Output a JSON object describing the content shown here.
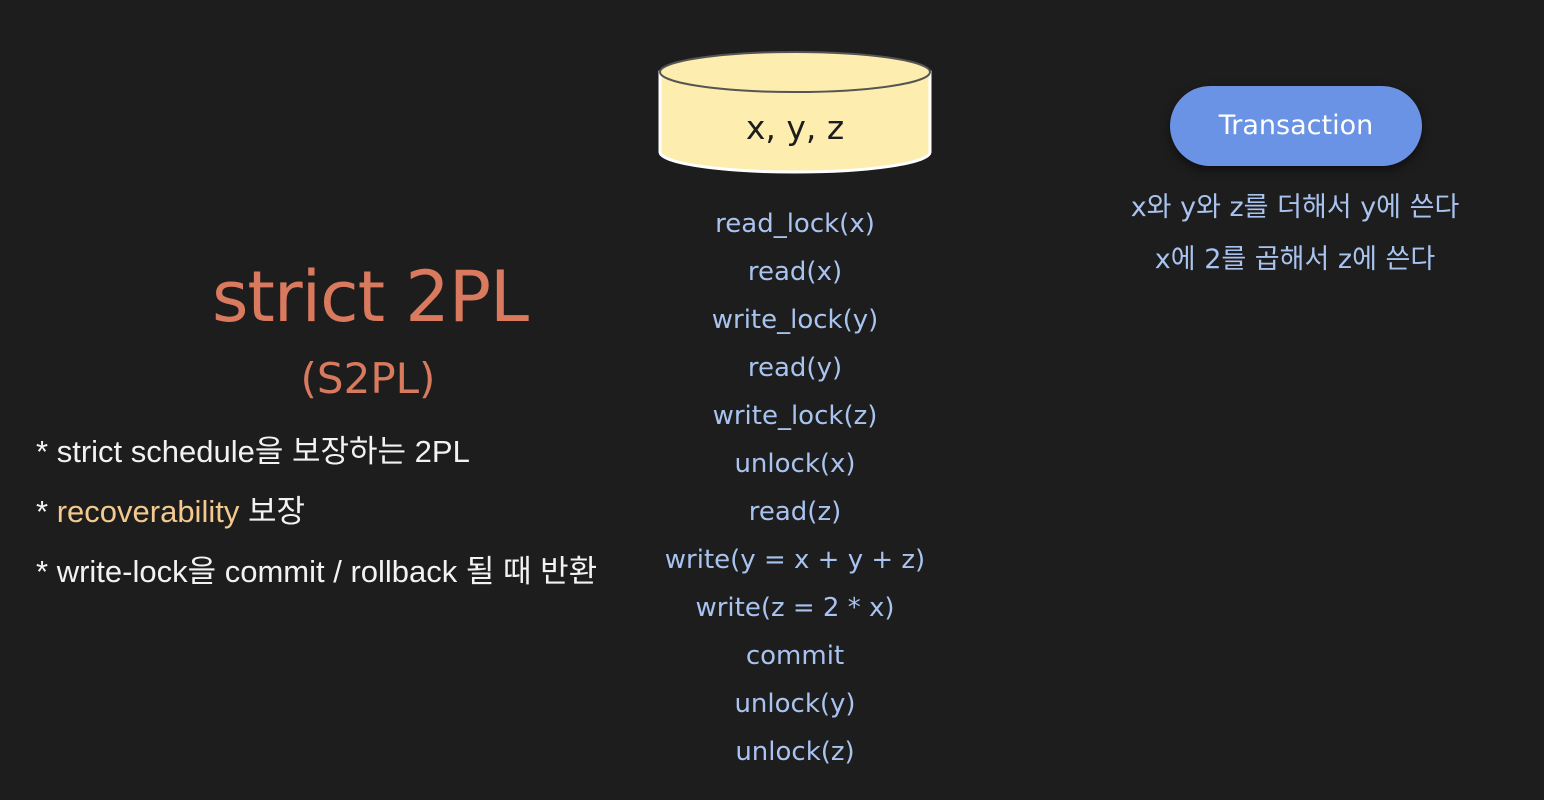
{
  "title": {
    "main": "strict 2PL",
    "abbr": "(S2PL)"
  },
  "bullets": [
    {
      "star": "*",
      "lead": "",
      "highlight": "",
      "text": "strict schedule을 보장하는 2PL"
    },
    {
      "star": "*",
      "lead": "",
      "highlight": "recoverability",
      "text": " 보장"
    },
    {
      "star": "*",
      "lead": "",
      "highlight": "",
      "text": "write-lock을 commit / rollback 될 때 반환"
    }
  ],
  "database": {
    "label": "x, y, z",
    "fill_color": "#fdedae"
  },
  "operations": [
    "read_lock(x)",
    "read(x)",
    "write_lock(y)",
    "read(y)",
    "write_lock(z)",
    "unlock(x)",
    "read(z)",
    "write(y = x + y + z)",
    "write(z = 2 * x)",
    "commit",
    "unlock(y)",
    "unlock(z)"
  ],
  "transaction": {
    "button_label": "Transaction",
    "button_color": "#6a93e5",
    "description": [
      "x와 y와 z를 더해서 y에 쓴다",
      "x에 2를 곱해서 z에 쓴다"
    ]
  },
  "colors": {
    "background": "#1e1d1e",
    "title": "#d97a5f",
    "highlight": "#f3c98e",
    "operation_text": "#a9c3ef"
  }
}
